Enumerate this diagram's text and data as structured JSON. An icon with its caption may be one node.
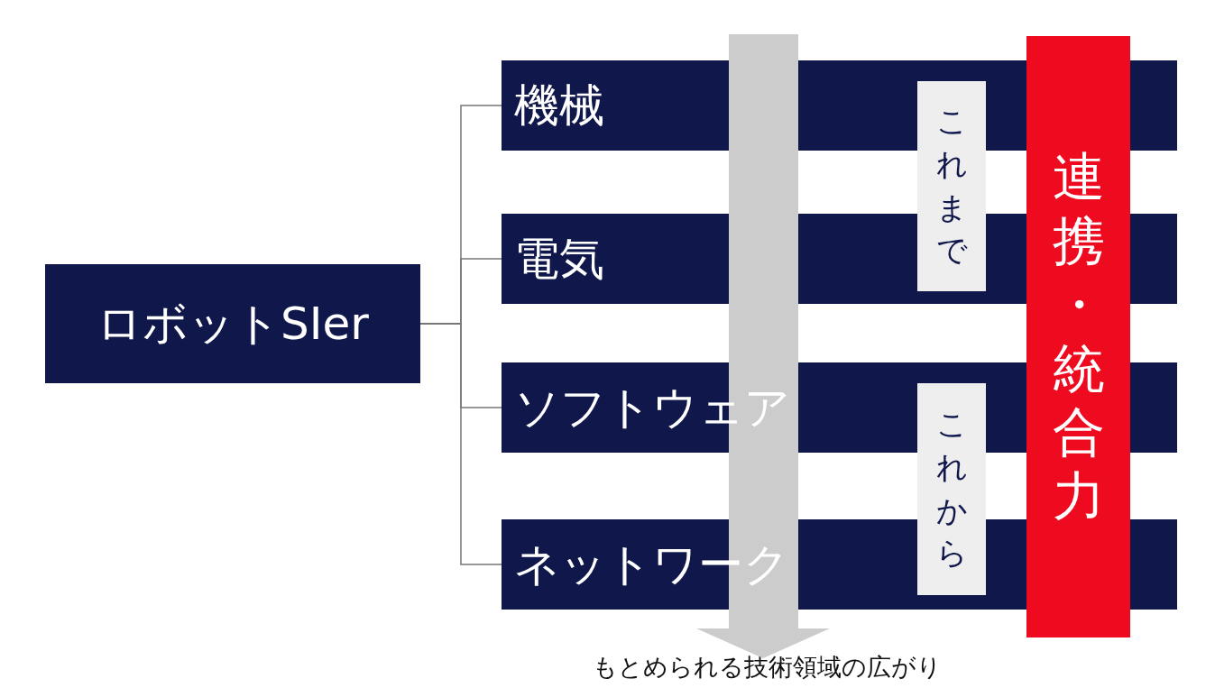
{
  "diagram": {
    "nodes": [
      {
        "text": [
          "ロボットSIer"
        ]
      },
      {
        "text": [
          "機械"
        ]
      },
      {
        "text": [
          "電気"
        ]
      },
      {
        "text": [
          "ソフトウェア"
        ]
      },
      {
        "text": [
          "ネットワーク"
        ]
      },
      {
        "text": [
          "これまで"
        ]
      },
      {
        "text": [
          "これから"
        ]
      },
      {
        "text": [
          "連携・統合力"
        ]
      }
    ],
    "edges": [
      {
        "from": 0,
        "to": 1,
        "arrow": "none"
      },
      {
        "from": 0,
        "to": 2,
        "arrow": "none"
      },
      {
        "from": 0,
        "to": 3,
        "arrow": "none"
      },
      {
        "from": 0,
        "to": 4,
        "arrow": "none"
      }
    ],
    "labels": [
      "もとめられる技術領域の広がり"
    ]
  }
}
